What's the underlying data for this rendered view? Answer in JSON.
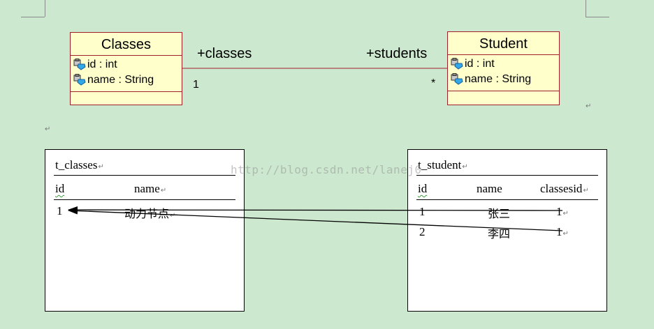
{
  "uml": {
    "classes_box": {
      "name": "Classes",
      "attributes": [
        "id : int",
        "name : String"
      ]
    },
    "student_box": {
      "name": "Student",
      "attributes": [
        "id : int",
        "name : String"
      ]
    },
    "association": {
      "left_role": "+classes",
      "right_role": "+students",
      "left_multiplicity": "1",
      "right_multiplicity": "*"
    }
  },
  "tables": {
    "t_classes": {
      "title": "t_classes",
      "columns": [
        "id",
        "name"
      ],
      "rows": [
        [
          "1",
          "动力节点"
        ]
      ]
    },
    "t_student": {
      "title": "t_student",
      "columns": [
        "id",
        "name",
        "classesid"
      ],
      "rows": [
        [
          "1",
          "张三",
          "1"
        ],
        [
          "2",
          "李四",
          "1"
        ]
      ]
    }
  },
  "paragraph_mark": "↵",
  "watermark": "http://blog.csdn.net/lanej0",
  "colors": {
    "background": "#cce8cf",
    "uml_fill": "#ffffcc",
    "uml_border": "#a0202a"
  }
}
